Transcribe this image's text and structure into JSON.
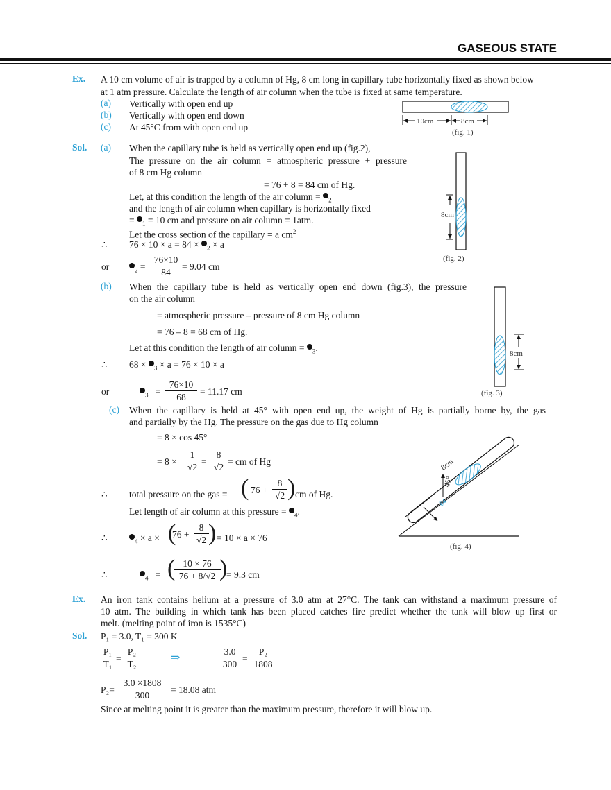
{
  "header": {
    "title": "GASEOUS STATE"
  },
  "ex1": {
    "label": "Ex.",
    "line1": "A 10 cm volume of air is trapped by a column of Hg, 8 cm long in capillary tube horizontally fixed as shown below",
    "line2": "at 1 atm pressure. Calculate the length of air column when the tube is fixed at same temperature.",
    "opts": [
      {
        "mark": "(a)",
        "text": "Vertically with open end up"
      },
      {
        "mark": "(b)",
        "text": "Vertically with open end down"
      },
      {
        "mark": "(c)",
        "text": "At 45°C from with open end up"
      }
    ]
  },
  "fig1": {
    "left_label": "10cm",
    "right_label": "8cm",
    "caption": "(fig. 1)"
  },
  "fig2": {
    "label": "8cm",
    "caption": "(fig. 2)"
  },
  "fig3": {
    "label": "8cm",
    "caption": "(fig. 3)"
  },
  "fig4": {
    "label": "8cm",
    "angle": "45°",
    "air_label": "ℓ4",
    "caption": "(fig. 4)"
  },
  "sol1": {
    "label": "Sol.",
    "a": {
      "mark": "(a)",
      "l1": "When the capillary tube is held as vertically open end up (fig.2),",
      "l2": "The pressure on the air column = atmospheric pressure + pressure",
      "l3": "of 8 cm Hg column",
      "l4": "= 76 + 8 = 84 cm of Hg.",
      "l5": "Let, at this condition the length of the air column =",
      "l6": "and the length of air column when capillary is horizontally fixed",
      "l7": "= 10 cm and pressure on air column = 1atm.",
      "l8": "Let the cross section of the capillary = a cm",
      "therefore": "∴",
      "eq1a": "76 × 10 × a = 84 ×",
      "eq1b": "× a",
      "or": "or",
      "num": "76×10",
      "den": "84",
      "result": "= 9.04 cm"
    },
    "b": {
      "mark": "(b)",
      "l1": "When the capillary tube is held as vertically open end down (fig.3), the pressure",
      "l2": "on the air column",
      "l3": "= atmospheric pressure – pressure of 8 cm Hg column",
      "l4": "= 76 – 8 = 68 cm of Hg.",
      "l5": "Let at this condition the length of air column =",
      "eq1a": "68 ×",
      "eq1b": "× a = 76 × 10 × a",
      "or": "or",
      "num": "76×10",
      "den": "68",
      "result": "= 11.17 cm"
    },
    "c": {
      "mark": "(c)",
      "l1": "When the capillary is held at 45° with open end up, the weight of Hg is partially borne by, the gas",
      "l2": "and partially by the Hg. The pressure on the gas due to Hg column",
      "l3": "= 8 × cos 45°",
      "l4a": "= 8 ×",
      "l4num1": "1",
      "l4den1": "√2",
      "l4num2": "8",
      "l4den2": "√2",
      "l4b": "= cm of Hg",
      "total_a": "total pressure on the gas =",
      "total_76": "76 +",
      "total_num": "8",
      "total_den": "√2",
      "total_b": "cm of Hg.",
      "let": "Let length of air column at this pressure =",
      "eq_a": "× a ×",
      "eq_76": "76 +",
      "eq_num": "8",
      "eq_den": "√2",
      "eq_b": "= 10 × a × 76",
      "fin_num": "10 × 76",
      "fin_den": "76 + 8/√2",
      "fin_res": "= 9.3 cm"
    }
  },
  "ex2": {
    "label": "Ex.",
    "l1": "An iron tank contains helium at a pressure of 3.0 atm at 27°C. The tank can withstand a maximum pressure of",
    "l2": "10 atm. The building in which tank has been placed catches fire predict whether the tank will blow up first or",
    "l3": "melt. (melting point of iron is 1535°C)"
  },
  "sol2": {
    "label": "Sol.",
    "given": "P₁ = 3.0,  T₁ = 300 K",
    "f1num": "P₁",
    "f1den": "T₁",
    "f2num": "P₂",
    "f2den": "T₂",
    "implies": "⇒",
    "f3num": "3.0",
    "f3den": "300",
    "f4num": "P₂",
    "f4den": "1808",
    "p2": "P₂=",
    "f5num": "3.0 ×1808",
    "f5den": "300",
    "p2res": "= 18.08 atm",
    "conclusion": "Since at melting point it is greater than the maximum pressure, therefore it will blow up."
  },
  "colors": {
    "accent": "#2aa0d4",
    "hatch": "#2aa0d4"
  }
}
